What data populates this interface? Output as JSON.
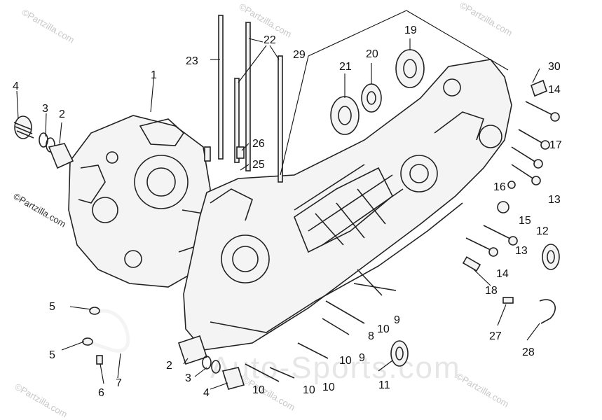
{
  "watermarks": {
    "partzilla": "©Partzilla.com",
    "site": "Auto-Sports.com"
  },
  "side_copyright": "©Partzilla.com",
  "callouts": {
    "c1": "1",
    "c2a": "2",
    "c2b": "2",
    "c3a": "3",
    "c3b": "3",
    "c4a": "4",
    "c4b": "4",
    "c5a": "5",
    "c5b": "5",
    "c6": "6",
    "c7": "7",
    "c8": "8",
    "c9a": "9",
    "c9b": "9",
    "c10a": "10",
    "c10b": "10",
    "c10c": "10",
    "c10d": "10",
    "c10e": "10",
    "c11": "11",
    "c12": "12",
    "c13a": "13",
    "c13b": "13",
    "c14a": "14",
    "c14b": "14",
    "c15": "15",
    "c16": "16",
    "c17": "17",
    "c18": "18",
    "c19": "19",
    "c20": "20",
    "c21": "21",
    "c22": "22",
    "c23": "23",
    "c25": "25",
    "c26": "26",
    "c27": "27",
    "c28": "28",
    "c29": "29",
    "c30": "30"
  }
}
